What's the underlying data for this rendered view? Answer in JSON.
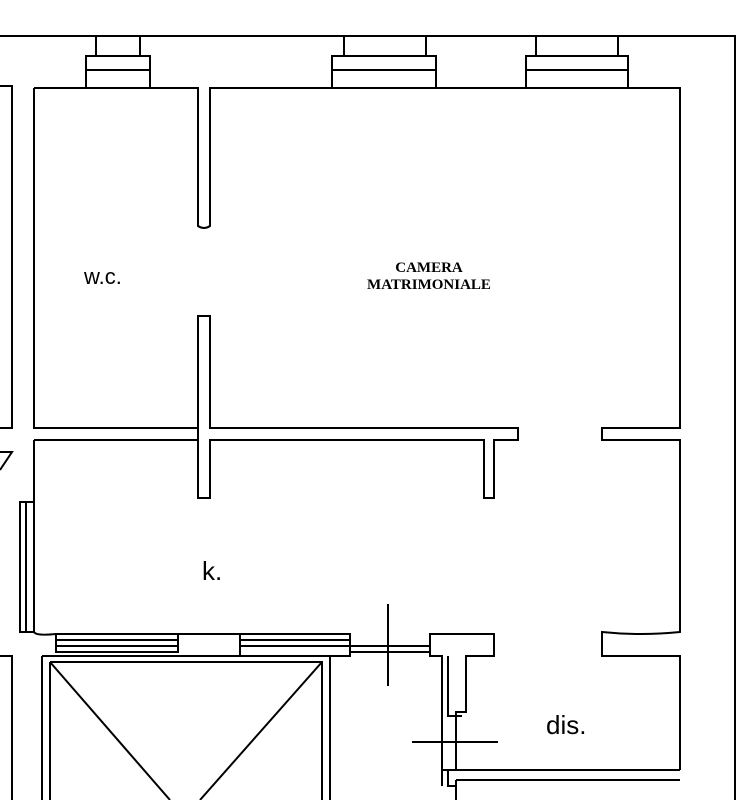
{
  "plan": {
    "rooms": {
      "wc": "w.c.",
      "camera_line1": "CAMERA",
      "camera_line2": "MATRIMONIALE",
      "kitchen": "k.",
      "dis": "dis."
    },
    "colors": {
      "line": "#000000",
      "background": "#ffffff"
    }
  }
}
